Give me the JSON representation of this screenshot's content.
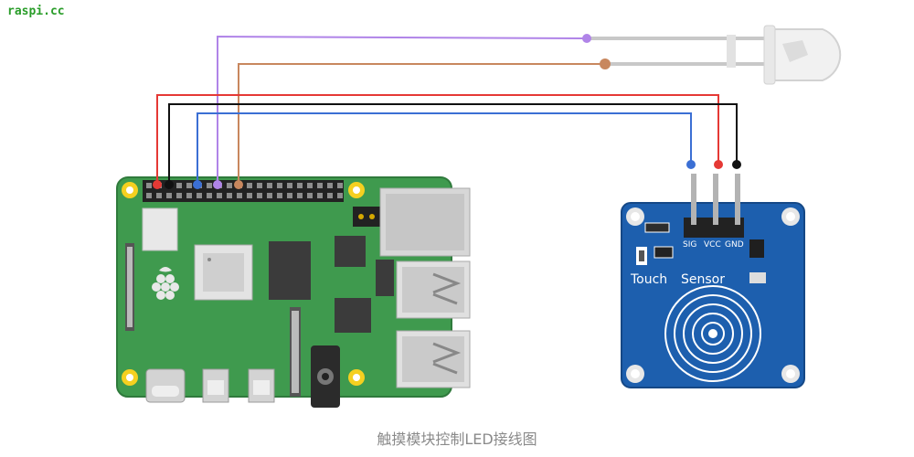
{
  "watermark": "raspi.cc",
  "caption": "触摸模块控制LED接线图",
  "sensor": {
    "pins": [
      "SIG",
      "VCC",
      "GND"
    ],
    "label_touch": "Touch",
    "label_sensor": "Sensor"
  },
  "colors": {
    "board_green": "#3f9a4e",
    "sensor_blue": "#1d5fae",
    "wire_red": "#e53935",
    "wire_black": "#111111",
    "wire_blue": "#3b6fd4",
    "wire_purple": "#b084e8",
    "wire_brown": "#c8875e"
  }
}
